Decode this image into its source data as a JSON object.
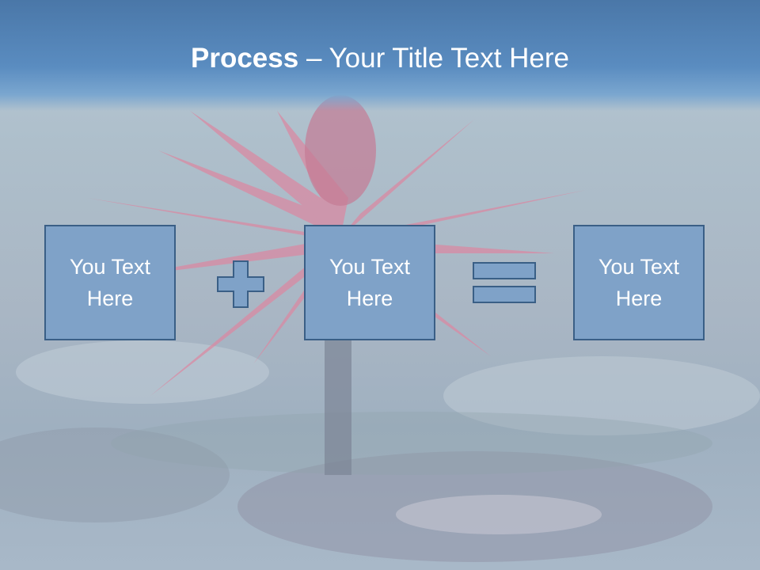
{
  "title": {
    "bold": "Process",
    "rest": " – Your Title Text Here"
  },
  "boxes": [
    {
      "text": "You Text\nHere"
    },
    {
      "text": "You Text\nHere"
    },
    {
      "text": "You Text\nHere"
    }
  ],
  "operators": {
    "first": "plus-icon",
    "second": "equals-icon"
  },
  "colors": {
    "box_fill": "#7fa2c8",
    "box_border": "#3a5f86",
    "title_band": "#4a77a8"
  }
}
